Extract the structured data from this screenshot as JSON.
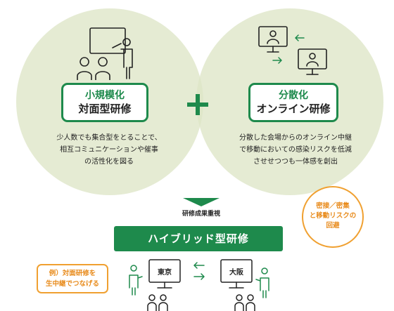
{
  "left_card": {
    "title_line1": "小規模化",
    "title_line2": "対面型研修",
    "description": [
      "少人数でも集合型をとることで、",
      "相互コミュニケーションや催事",
      "の活性化を図る"
    ]
  },
  "right_card": {
    "title_line1": "分散化",
    "title_line2": "オンライン研修",
    "description": [
      "分散した会場からのオンライン中継",
      "で移動においての感染リスクを低減",
      "させせつつも一体感を創出"
    ]
  },
  "emphasis_label": "研修成果重視",
  "hybrid_banner": "ハイブリッド型研修",
  "callout": [
    "密接／密集",
    "と移動リスクの",
    "回避"
  ],
  "example": [
    "例）対面研修を",
    "生中継でつなげる"
  ],
  "cities": {
    "left": "東京",
    "right": "大阪"
  },
  "colors": {
    "green": "#1e8a4c",
    "orange": "#f0a030",
    "circle": "#dee5c7"
  },
  "icons": [
    "presenter-whiteboard-icon",
    "audience-icon",
    "video-call-icon",
    "bidirectional-arrows-icon",
    "person-icon"
  ]
}
